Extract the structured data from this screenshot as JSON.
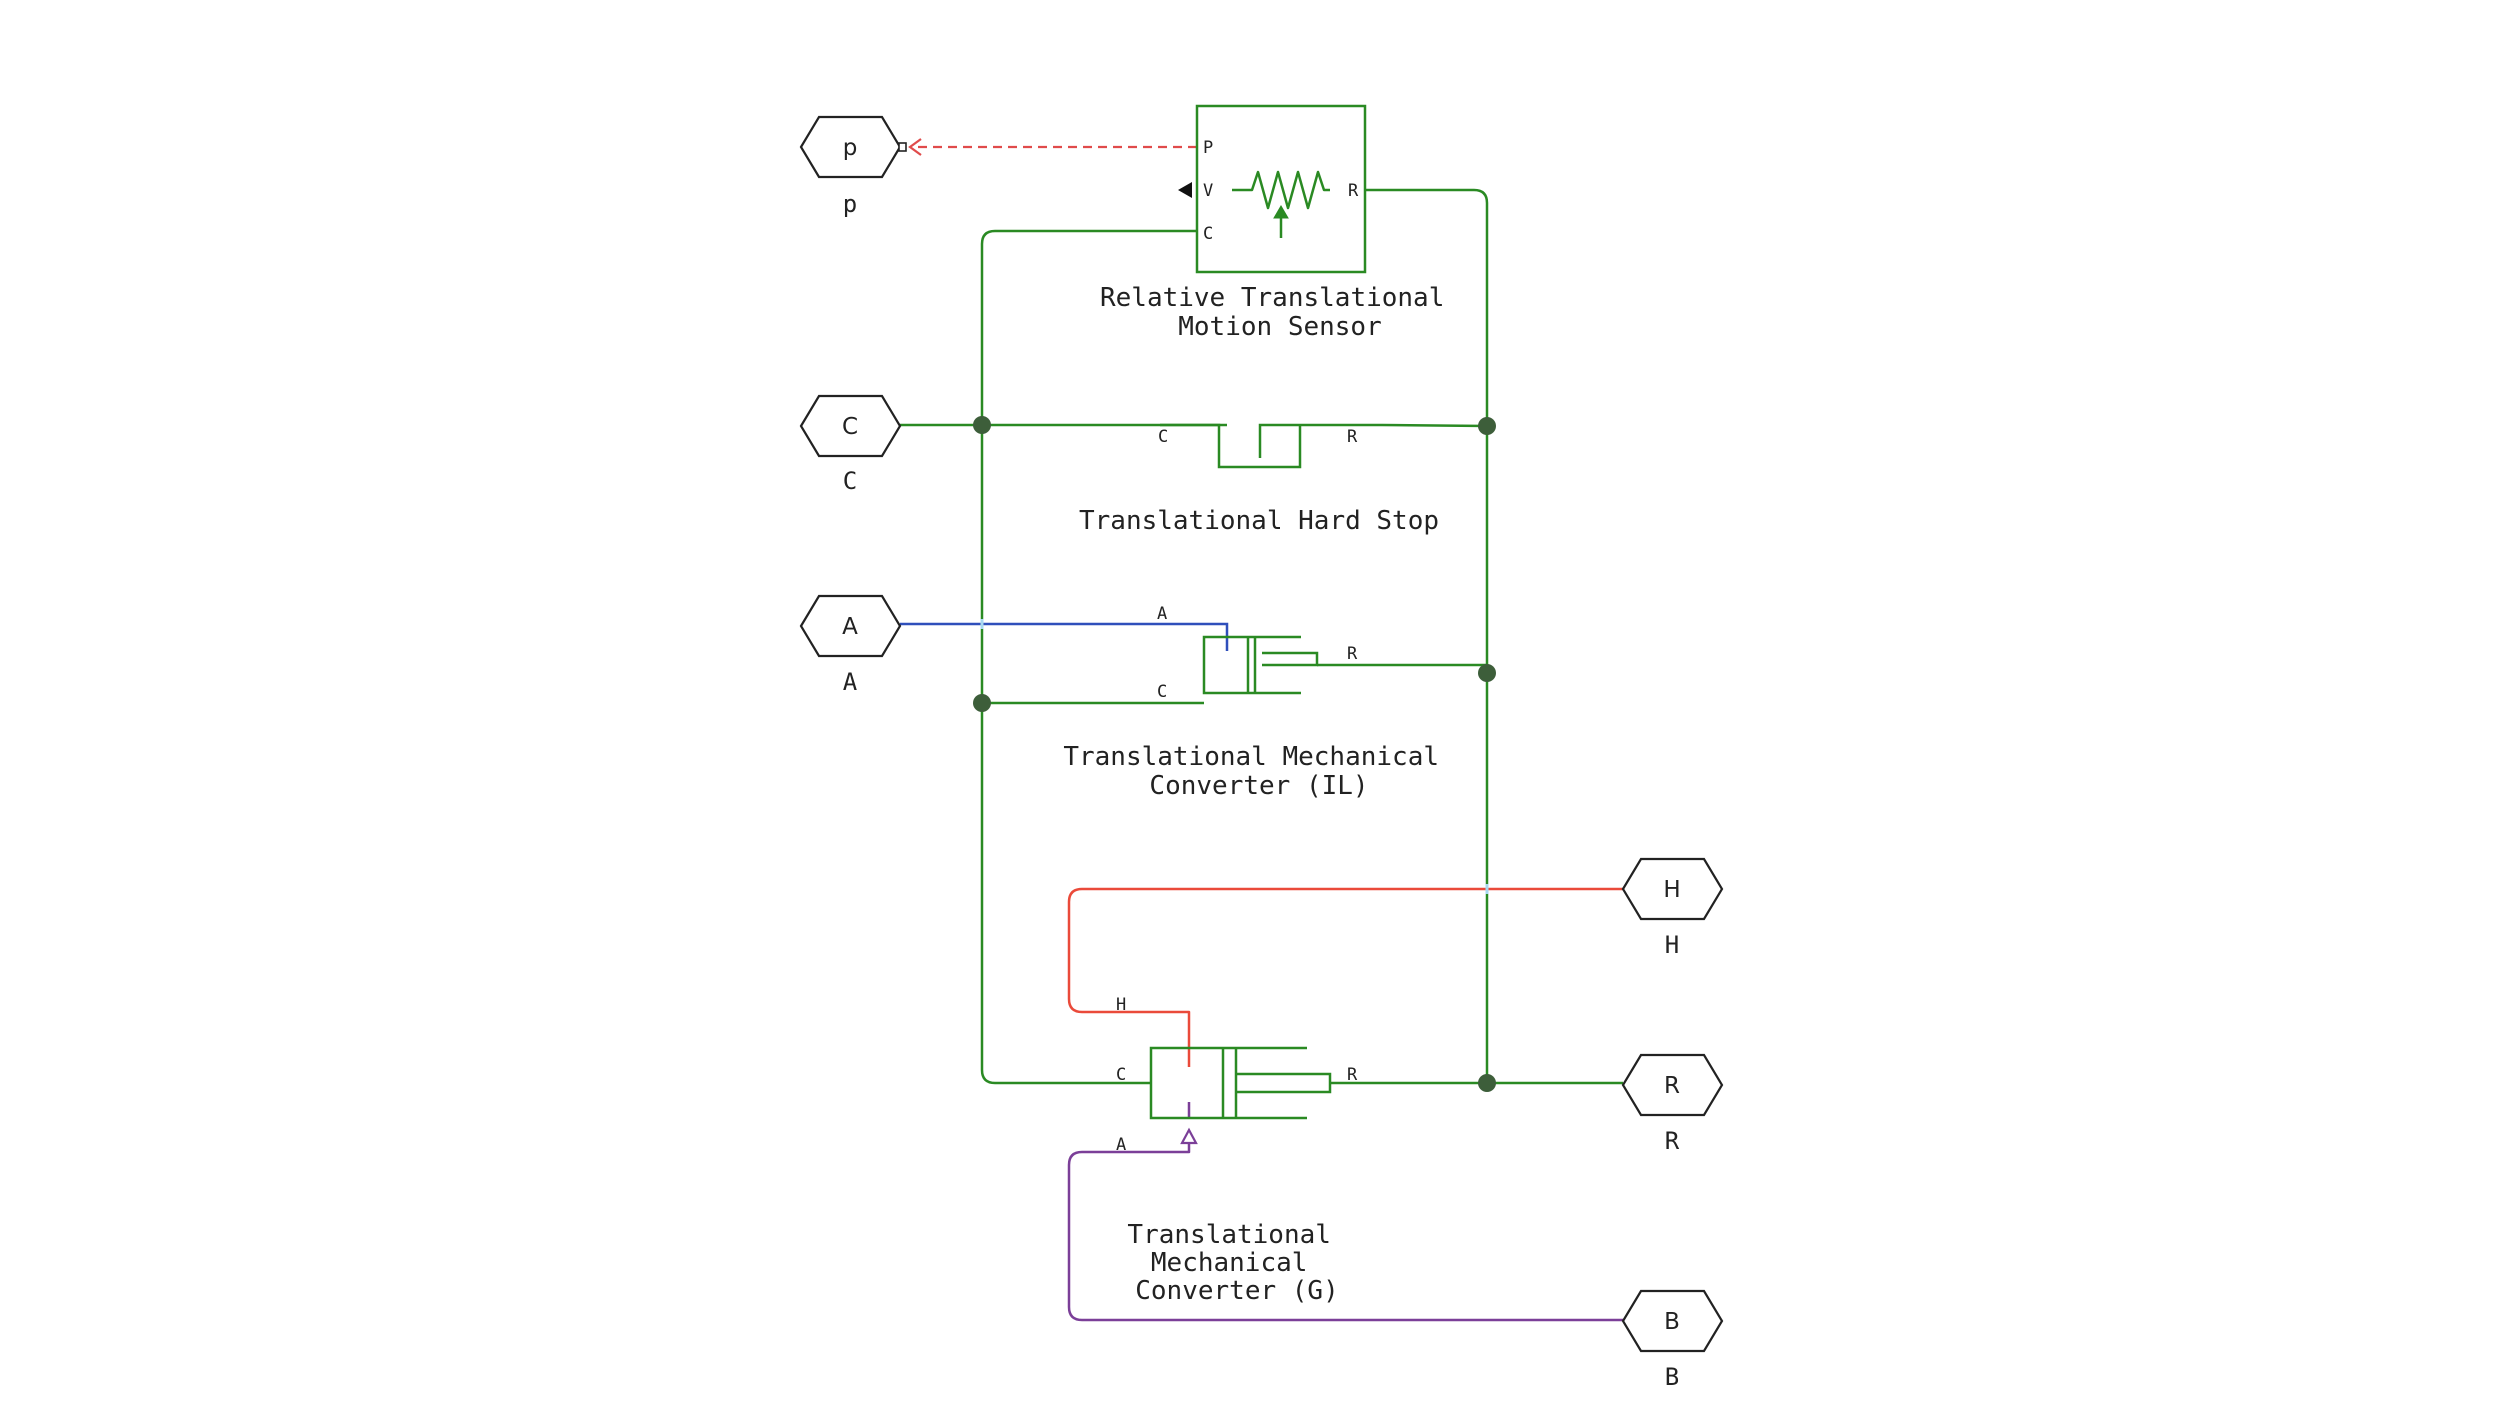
{
  "colors": {
    "mechanical": "#2a8a23",
    "thermal": "#ea4a3a",
    "isothermal_liquid": "#2f4fbb",
    "gas": "#7b3f98",
    "signal": "#e04b4b",
    "junction": "#3d5e3a",
    "outline": "#222222"
  },
  "ports": {
    "p": {
      "symbol": "p",
      "label": "p"
    },
    "C": {
      "symbol": "C",
      "label": "C"
    },
    "A": {
      "symbol": "A",
      "label": "A"
    },
    "H": {
      "symbol": "H",
      "label": "H"
    },
    "R": {
      "symbol": "R",
      "label": "R"
    },
    "B": {
      "symbol": "B",
      "label": "B"
    }
  },
  "blocks": {
    "sensor": {
      "name_lines": [
        "Relative Translational",
        "Motion Sensor"
      ],
      "ports": {
        "p": "P",
        "v": "V",
        "c": "C",
        "r": "R"
      }
    },
    "hard_stop": {
      "name_lines": [
        "Translational Hard Stop"
      ],
      "ports": {
        "c": "C",
        "r": "R"
      }
    },
    "converter_il": {
      "name_lines": [
        "Translational Mechanical",
        "Converter (IL)"
      ],
      "ports": {
        "a": "A",
        "c": "C",
        "r": "R"
      }
    },
    "converter_g": {
      "name_lines": [
        "Translational",
        "Mechanical",
        "Converter (G)"
      ],
      "ports": {
        "h": "H",
        "c": "C",
        "r": "R",
        "a": "A"
      }
    }
  }
}
